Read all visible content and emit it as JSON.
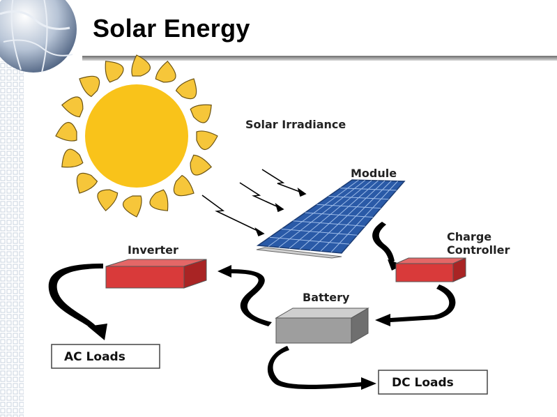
{
  "slide": {
    "title": "Solar Energy"
  },
  "diagram": {
    "solar_irradiance": "Solar Irradiance",
    "module": "Module",
    "charge_controller_line1": "Charge",
    "charge_controller_line2": "Controller",
    "inverter": "Inverter",
    "battery": "Battery",
    "ac_loads": "AC Loads",
    "dc_loads": "DC Loads"
  },
  "colors": {
    "sun": "#f9c31a",
    "flame": "#f6c63a",
    "panel": "#2a5aa7",
    "device_red": "#d93a3a",
    "battery_gray": "#9e9e9e",
    "arrow": "#000000"
  }
}
